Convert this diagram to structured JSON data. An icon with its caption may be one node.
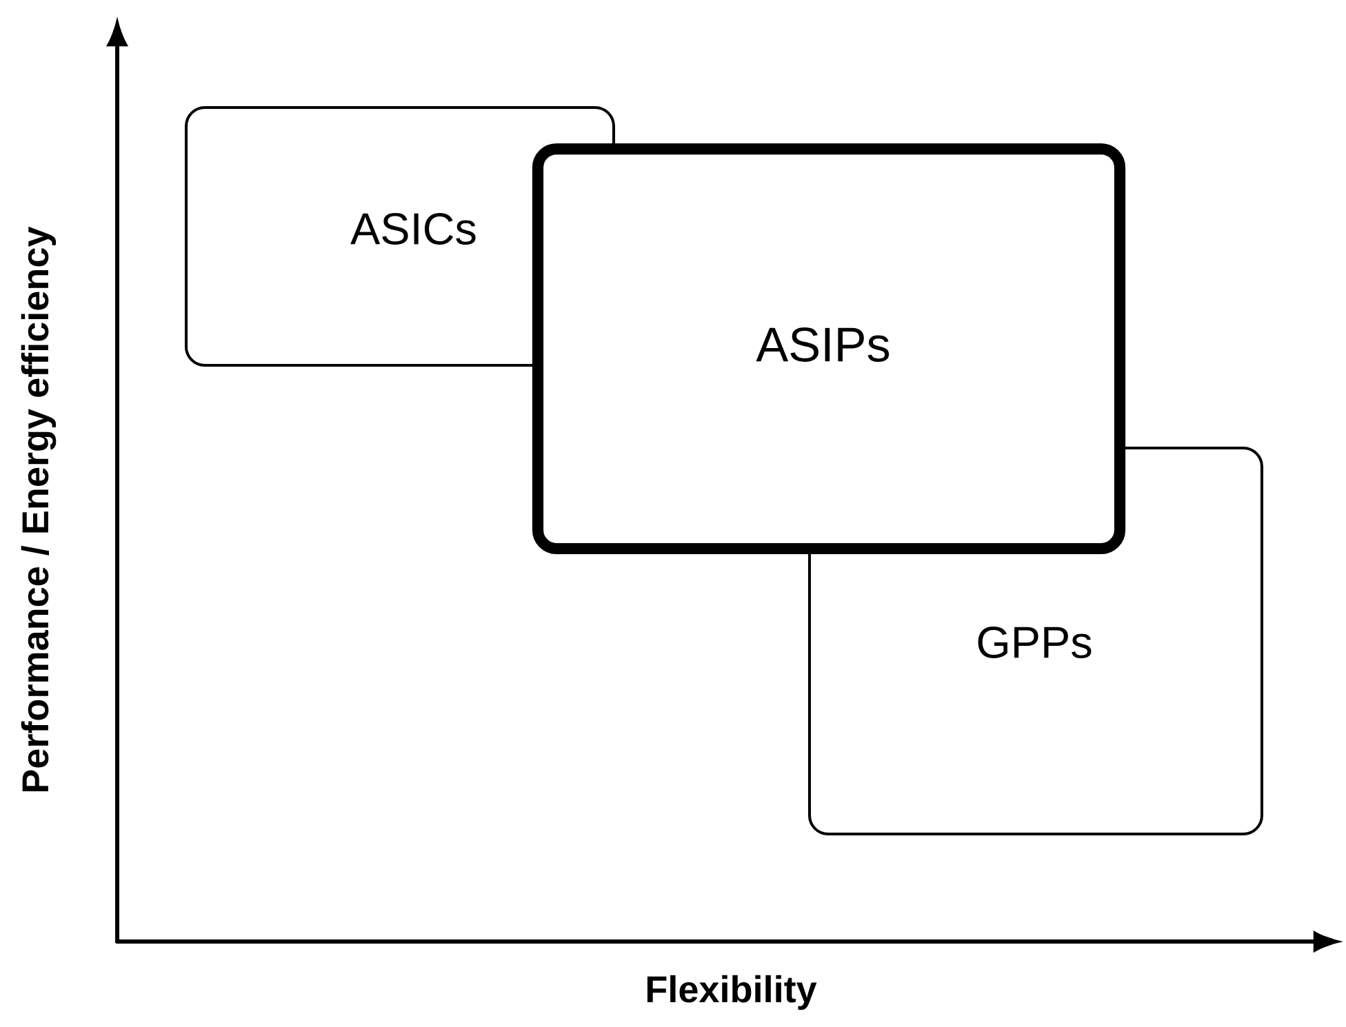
{
  "diagram": {
    "nodes": [
      {
        "text": [
          "ASICs"
        ]
      },
      {
        "text": [
          "ASIPs"
        ]
      },
      {
        "text": [
          "GPPs"
        ]
      }
    ],
    "labels": [
      "Performance / Energy efficiency",
      "Flexibility"
    ]
  }
}
